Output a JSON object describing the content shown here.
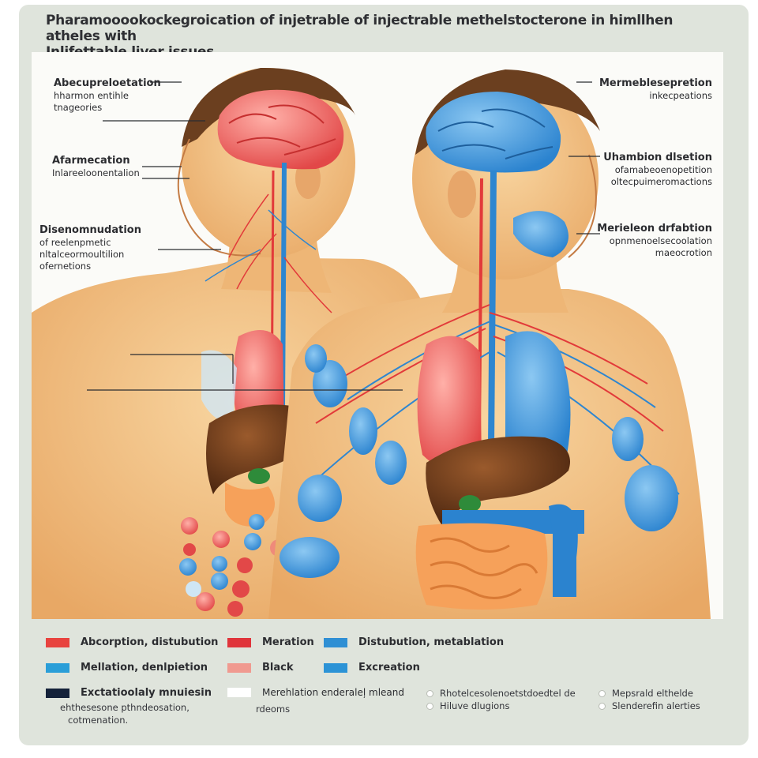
{
  "title": {
    "line1": "Pharamooookockegroication of injetrable of injectrable methelstocterone in himllhen atheles with",
    "line2": "Inlifettable liver issues"
  },
  "callouts_left": [
    {
      "heading": "Abecupreloetation",
      "sub": [
        "hharmon entihle",
        "tnageories"
      ]
    },
    {
      "heading": "Afarmecation",
      "sub": [
        "Inlareeloonentalion"
      ]
    },
    {
      "heading": "Disenomnudation",
      "sub": [
        "of reelenpmetic",
        "nltalceormoultilion",
        "ofernetions"
      ]
    }
  ],
  "callouts_right": [
    {
      "heading": "Mermeblesepretion",
      "sub": [
        "inkecpeations"
      ]
    },
    {
      "heading": "Uhambion dlsetion",
      "sub": [
        "ofamabeoenopetition",
        "oltecpuimeromactions"
      ]
    },
    {
      "heading": "Merieleon drfabtion",
      "sub": [
        "opnmenoelsecoolation",
        "maeocrotion"
      ]
    }
  ],
  "legend": [
    {
      "label": "Abcorption, distubution",
      "color": "#e8433f"
    },
    {
      "label": "Meration",
      "color": "#e0343b"
    },
    {
      "label": "Distubution, metablation",
      "color": "#2f8fd4"
    },
    {
      "label": "Mellation, denlpietion",
      "color": "#2a9ed8"
    },
    {
      "label": "Black",
      "color": "#f09a90"
    },
    {
      "label": "Excreation",
      "color": "#2c93d6"
    },
    {
      "label": "Exctatioolaly mnuiesin",
      "color": "#14223a"
    },
    {
      "label": "Merehlation enderaleļ mleand",
      "color": "#ffffff"
    }
  ],
  "notes": {
    "under_dark": [
      "ehthesesone pthndeosation,",
      "cotmenation."
    ],
    "under_white": [
      "rdeoms"
    ],
    "col3": [
      "Rhotelcesolenoetstdoedtel de",
      "Hiluve dlugions"
    ],
    "col4": [
      "Mepsrald elthelde",
      "Slenderefin alerties"
    ]
  },
  "colors": {
    "skin": "#f2c285",
    "skin_shadow": "#e2a262",
    "hair": "#6b3f1f",
    "artery": "#e23a3a",
    "vein": "#2e86d0",
    "liver": "#6b3a1a",
    "organ_blue": "#4fa3e0",
    "organ_red": "#ef6e6e",
    "intestine": "#f6a15a",
    "gallbladder": "#2e8b3a"
  },
  "icons": [
    "male-figure-left",
    "male-figure-right",
    "brain-icon",
    "liver-icon",
    "lung-icon",
    "intestine-icon",
    "molecule-dots"
  ]
}
